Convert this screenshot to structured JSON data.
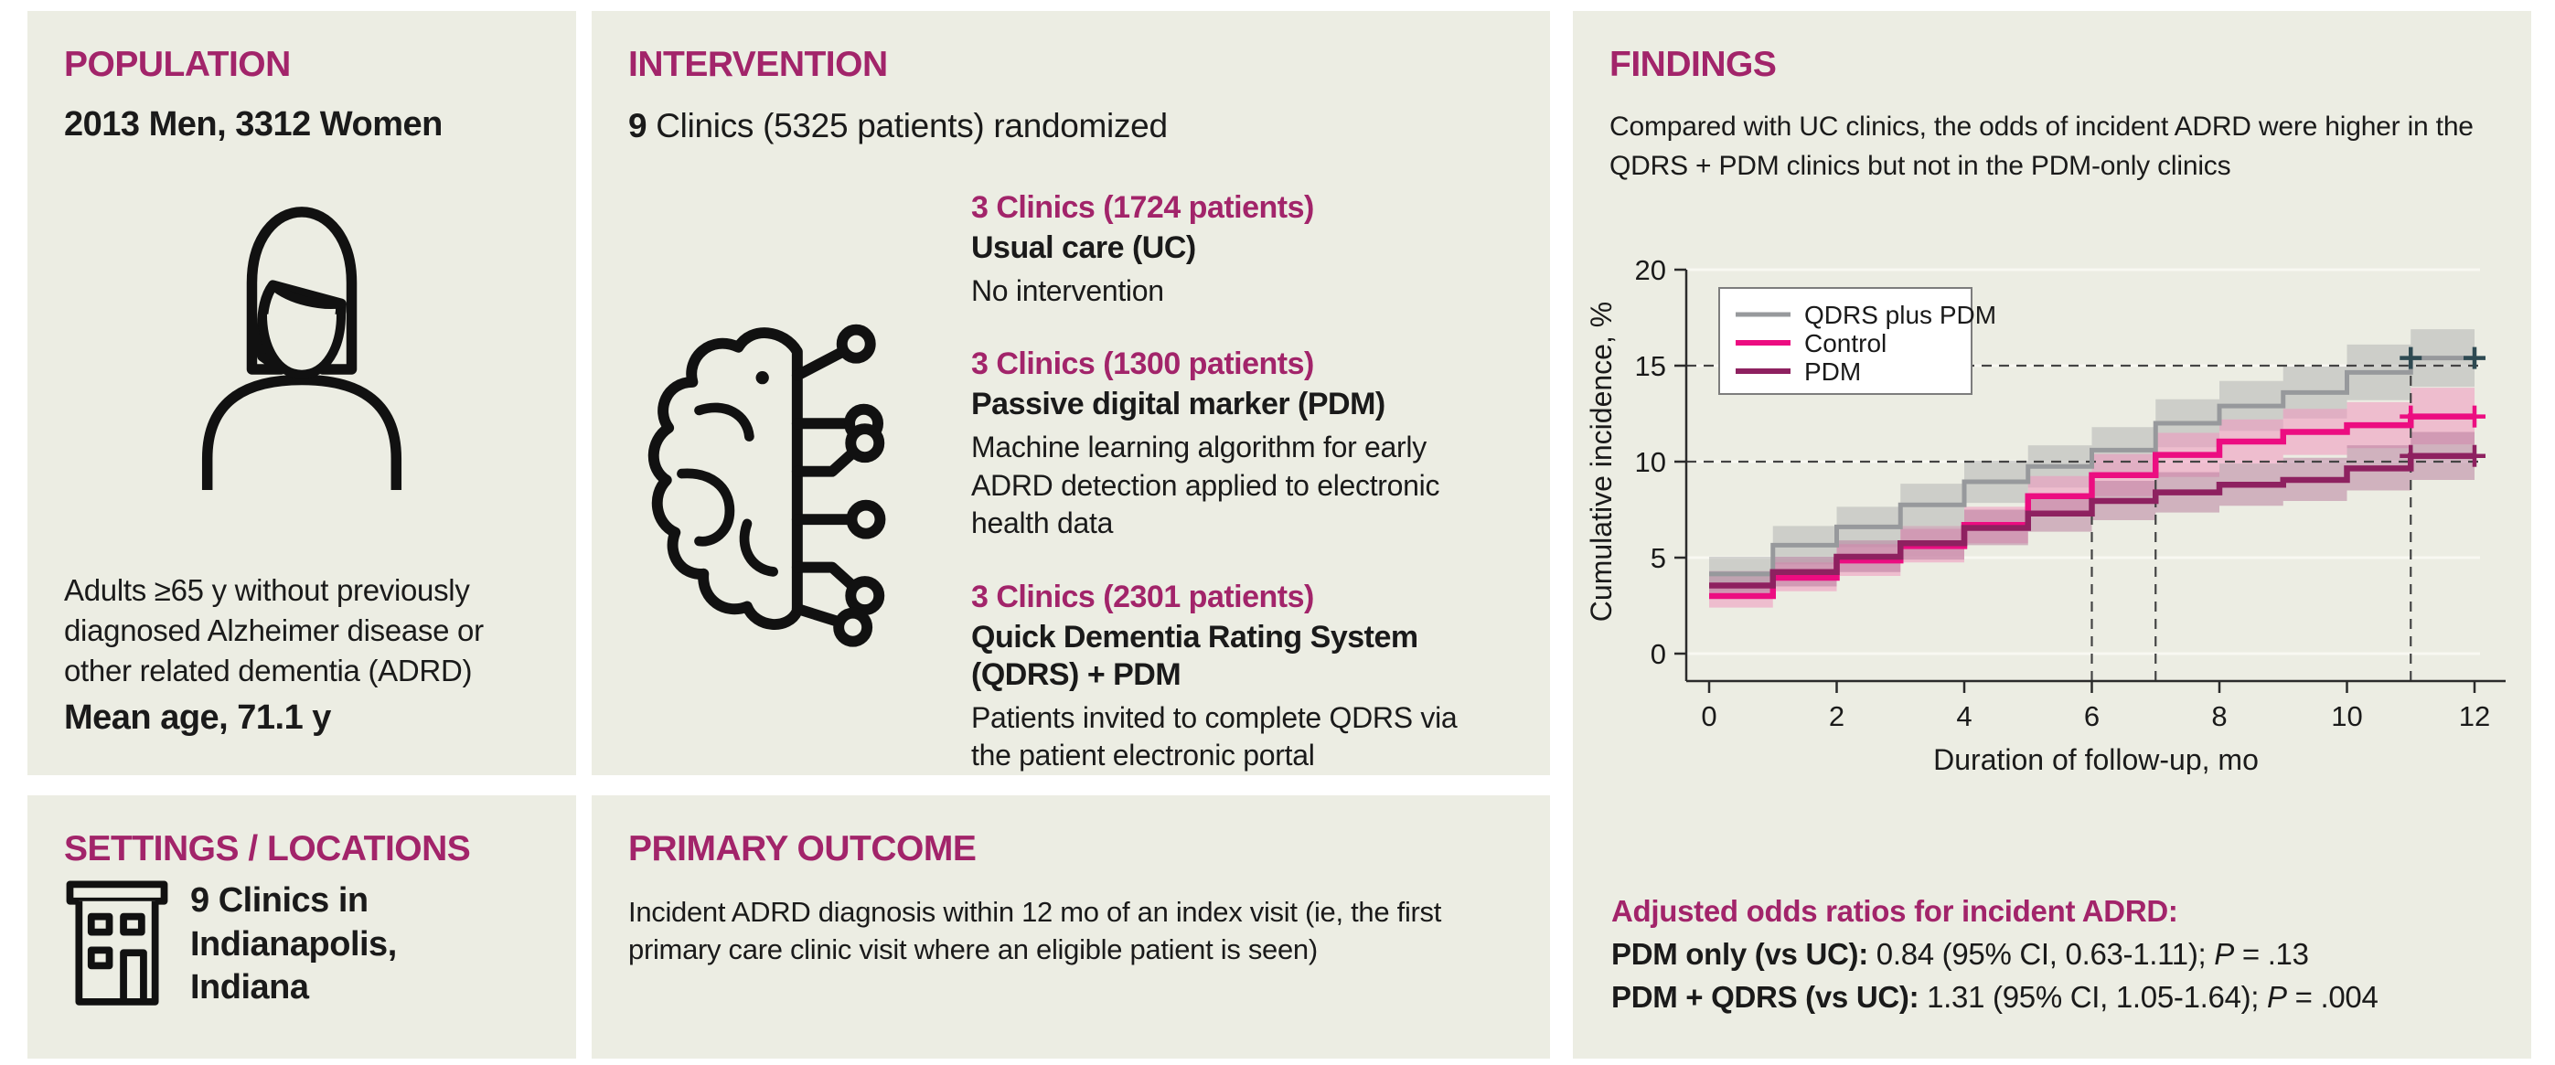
{
  "panels": {
    "population": {
      "title": "POPULATION",
      "subtitle": "2013 Men, 3312 Women",
      "desc_lines": [
        "Adults ≥65 y without previously",
        "diagnosed Alzheimer disease or",
        "other related dementia (ADRD)"
      ],
      "mean_age": "Mean age, 71.1 y"
    },
    "intervention": {
      "title": "INTERVENTION",
      "subtitle_bold": "9",
      "subtitle_rest": " Clinics (5325 patients) randomized",
      "groups": [
        {
          "head": "3 Clinics (1724 patients)",
          "name": "Usual care (UC)",
          "desc": "No intervention"
        },
        {
          "head": "3 Clinics (1300 patients)",
          "name": "Passive digital marker (PDM)",
          "desc": "Machine learning algorithm for early ADRD detection applied to electronic health data"
        },
        {
          "head": "3 Clinics (2301 patients)",
          "name": "Quick Dementia Rating System (QDRS) + PDM",
          "desc": "Patients invited to complete QDRS via the patient electronic portal"
        }
      ]
    },
    "settings": {
      "title": "SETTINGS / LOCATIONS",
      "text_lines": [
        "9 Clinics in",
        "Indianapolis,",
        "Indiana"
      ]
    },
    "primary_outcome": {
      "title": "PRIMARY OUTCOME",
      "text": "Incident ADRD diagnosis within 12 mo of an index visit (ie, the first primary care clinic visit where an eligible patient is seen)"
    },
    "findings": {
      "title": "FINDINGS",
      "intro": "Compared with UC clinics, the odds of incident ADRD were higher in the QDRS + PDM clinics but not in the PDM-only clinics",
      "odds_title": "Adjusted odds ratios for incident ADRD:",
      "odds": [
        {
          "label": "PDM only (vs UC):",
          "text": " 0.84 (95% CI, 0.63-1.11); ",
          "p": "P",
          "pval": " = .13"
        },
        {
          "label": "PDM + QDRS (vs UC):",
          "text": " 1.31 (95% CI, 1.05-1.64); ",
          "p": "P",
          "pval": " = .004"
        }
      ]
    }
  },
  "colors": {
    "panel_bg": "#ECEDE3",
    "heading_magenta": "#A2246A",
    "text_black": "#1a1a1a",
    "gridline": "#f8f8f2",
    "axis": "#2b2b2b",
    "dashed_ref": "#444444",
    "legend_border": "#7d7d7d"
  },
  "chart_data": {
    "type": "step-line",
    "title": "",
    "xlabel": "Duration of follow-up, mo",
    "ylabel": "Cumulative incidence, %",
    "xlim": [
      0,
      12
    ],
    "ylim": [
      0,
      20
    ],
    "xticks": [
      0,
      2,
      4,
      6,
      8,
      10,
      12
    ],
    "yticks": [
      0,
      5,
      10,
      15,
      20
    ],
    "interval_start_months": [
      0,
      1,
      2,
      3,
      4,
      5,
      6,
      7,
      8,
      9,
      10,
      11
    ],
    "series": [
      {
        "name": "QDRS plus PDM",
        "color": "#97999C",
        "band_color": "#b5b5b5",
        "band_opacity": 0.55,
        "line_width": 5,
        "censor_color": "#2E4A52",
        "censor_months": [
          11,
          12
        ],
        "values": [
          4.15,
          5.65,
          6.6,
          7.75,
          8.95,
          9.75,
          10.6,
          12.0,
          12.9,
          13.6,
          14.65,
          15.4
        ],
        "upper": [
          5.05,
          6.65,
          7.65,
          8.85,
          10.05,
          10.85,
          11.8,
          13.25,
          14.2,
          14.95,
          16.1,
          16.9
        ],
        "lower": [
          3.25,
          4.65,
          5.55,
          6.65,
          7.85,
          8.65,
          9.4,
          10.75,
          11.6,
          12.25,
          13.2,
          13.9
        ]
      },
      {
        "name": "Control",
        "color": "#EC0D81",
        "band_color": "#f095bd",
        "band_opacity": 0.55,
        "line_width": 6.5,
        "censor_color": "#EC0D81",
        "censor_months": [
          11,
          12
        ],
        "values": [
          3.0,
          3.95,
          4.85,
          5.6,
          6.7,
          8.2,
          9.3,
          10.35,
          11.05,
          11.55,
          11.9,
          12.35
        ],
        "upper": [
          3.7,
          4.75,
          5.7,
          6.5,
          7.65,
          9.25,
          10.4,
          11.5,
          12.2,
          12.75,
          13.1,
          13.85
        ],
        "lower": [
          2.4,
          3.25,
          4.05,
          4.75,
          5.75,
          7.15,
          8.2,
          9.2,
          9.9,
          10.35,
          10.7,
          10.9
        ]
      },
      {
        "name": "PDM",
        "color": "#8E2160",
        "band_color": "#b4789a",
        "band_opacity": 0.5,
        "line_width": 6.5,
        "censor_color": "#8E2160",
        "censor_months": [
          11,
          12
        ],
        "values": [
          3.55,
          4.25,
          5.05,
          5.75,
          6.55,
          7.3,
          7.95,
          8.4,
          8.8,
          9.05,
          9.65,
          10.3
        ],
        "upper": [
          4.3,
          5.05,
          5.9,
          6.65,
          7.5,
          8.3,
          9.0,
          9.45,
          9.9,
          10.2,
          10.85,
          11.55
        ],
        "lower": [
          2.9,
          3.5,
          4.25,
          4.9,
          5.65,
          6.35,
          6.95,
          7.35,
          7.7,
          7.95,
          8.5,
          9.05
        ]
      }
    ],
    "reference_lines": {
      "horizontal": [
        10,
        15
      ],
      "vertical": [
        {
          "x": 6,
          "top": 9.3
        },
        {
          "x": 7,
          "top": 10.35
        },
        {
          "x": 11,
          "top": 15.4
        }
      ]
    },
    "legend": {
      "position": "upper-left",
      "entries": [
        "QDRS plus PDM",
        "Control",
        "PDM"
      ]
    },
    "grid": "horizontal solid at 0/5/20 with dashed reference at 10/15"
  }
}
